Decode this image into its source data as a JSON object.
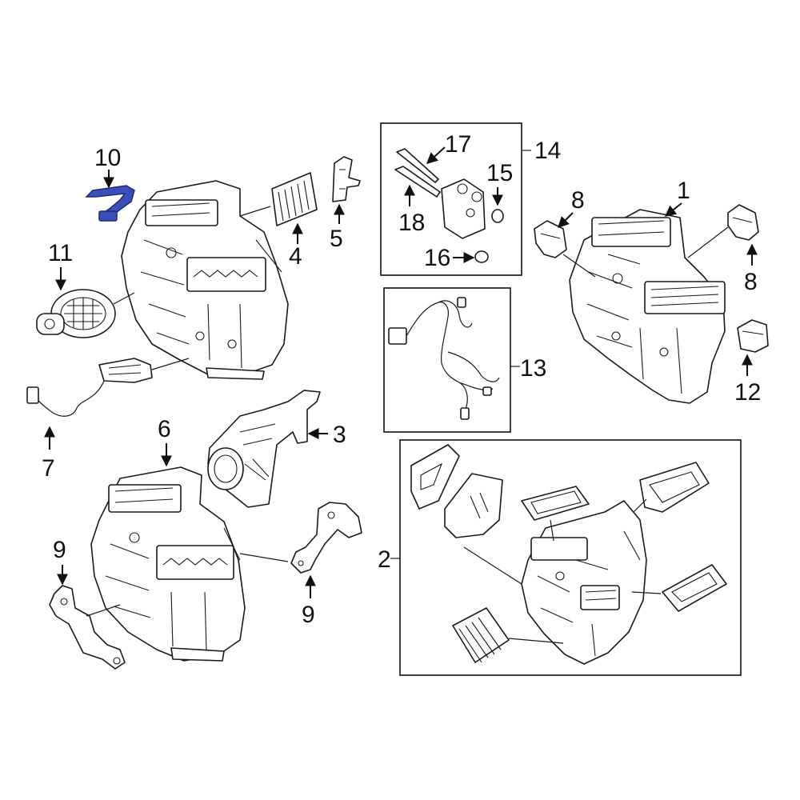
{
  "callouts": {
    "c1": "1",
    "c2": "2",
    "c3": "3",
    "c4": "4",
    "c5": "5",
    "c6": "6",
    "c7": "7",
    "c8a": "8",
    "c8b": "8",
    "c9a": "9",
    "c9b": "9",
    "c10": "10",
    "c11": "11",
    "c12": "12",
    "c13": "13",
    "c14": "14",
    "c15": "15",
    "c16": "16",
    "c17": "17",
    "c18": "18"
  },
  "colors": {
    "highlight_part": "#3b4fb8",
    "line": "#1a1a1a",
    "background": "#ffffff"
  }
}
